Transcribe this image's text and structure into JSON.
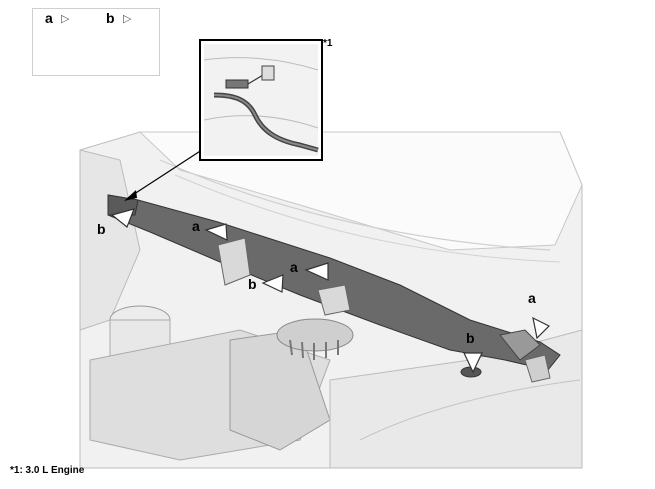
{
  "legend": {
    "items": [
      {
        "key": "a",
        "icon": "clip-type-a-icon"
      },
      {
        "key": "b",
        "icon": "clip-type-b-icon"
      }
    ]
  },
  "inset": {
    "marker": "*1"
  },
  "callouts": {
    "left_b": "b",
    "upper_a": "a",
    "mid_b": "b",
    "mid_a": "a",
    "right_b": "b",
    "right_a": "a"
  },
  "footnote": "*1: 3.0 L Engine"
}
